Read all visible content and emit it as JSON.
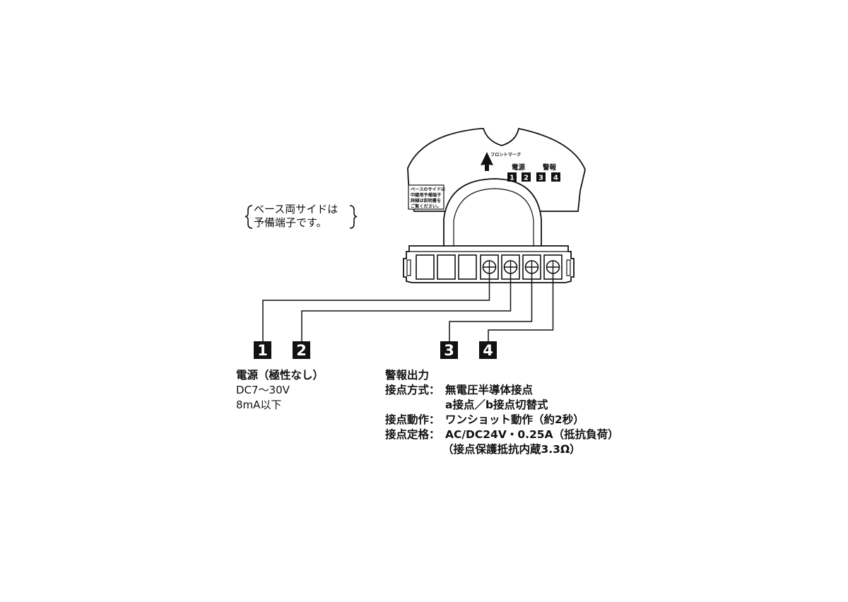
{
  "side_note": {
    "line1": "ベース両サイドは",
    "line2": "予備端子です。"
  },
  "base_plate": {
    "front_mark": "フロントマーク",
    "group_power": "電源",
    "group_alarm": "警報",
    "mini_terminals": [
      "1",
      "2",
      "3",
      "4"
    ],
    "notice_lines": [
      "ベースのサイドは",
      "中継用予備端子",
      "詳細は説明書を",
      "ご覧ください。"
    ]
  },
  "terminals": [
    "1",
    "2",
    "3",
    "4"
  ],
  "power_spec": {
    "title": "電源（極性なし）",
    "voltage": "DC7〜30V",
    "current": "8mA以下"
  },
  "alarm_spec": {
    "title": "警報出力",
    "rows": [
      {
        "label": "接点方式：",
        "value": "無電圧半導体接点"
      },
      {
        "label": "",
        "value": "a接点／b接点切替式"
      },
      {
        "label": "接点動作：",
        "value": "ワンショット動作（約2秒）"
      },
      {
        "label": "接点定格：",
        "value": "AC/DC24V・0.25A（抵抗負荷）"
      },
      {
        "label": "",
        "value": "（接点保護抵抗内蔵3.3Ω）"
      }
    ]
  }
}
